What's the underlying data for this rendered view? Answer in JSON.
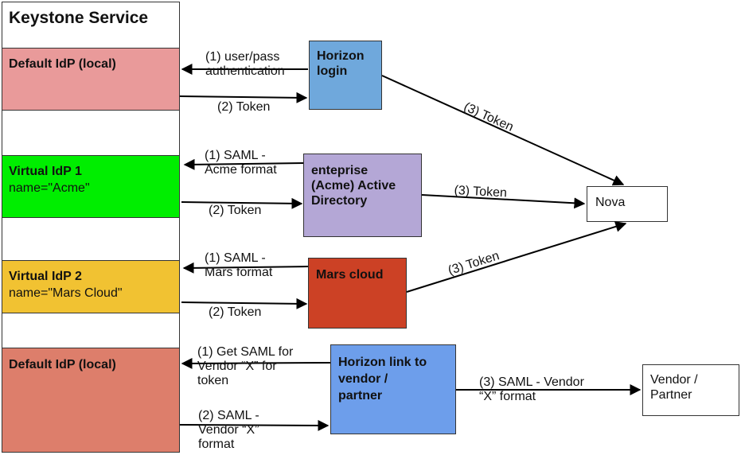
{
  "keystone": {
    "title": "Keystone Service",
    "idp_default_1": {
      "title": "Default IdP (local)"
    },
    "idp_virtual_1": {
      "title": "Virtual IdP 1",
      "name_line": "name=\"Acme\""
    },
    "idp_virtual_2": {
      "title": "Virtual IdP 2",
      "name_line": "name=\"Mars Cloud\""
    },
    "idp_default_2": {
      "title": "Default IdP  (local)"
    }
  },
  "nodes": {
    "horizon_login": "Horizon\nlogin",
    "enterprise_ad": "enteprise\n(Acme) Active\nDirectory",
    "mars_cloud": "Mars cloud",
    "horizon_link": "Horizon link to\nvendor /\npartner",
    "nova": "Nova",
    "vendor_partner": "Vendor /\nPartner"
  },
  "labels": {
    "login_auth": "(1) user/pass\nauthentication",
    "login_token": "(2) Token",
    "login_nova": "(3) Token",
    "acme_saml": "(1) SAML -\nAcme format",
    "acme_token": "(2) Token",
    "acme_nova": "(3) Token",
    "mars_saml": "(1) SAML -\nMars format",
    "mars_token": "(2) Token",
    "mars_nova": "(3) Token",
    "vendor_get_saml": "(1) Get SAML for\nVendor “X” for\ntoken",
    "vendor_saml_back": "(2) SAML -\nVendor “X”\nformat",
    "vendor_saml_out": "(3) SAML - Vendor\n“X” format"
  },
  "colors": {
    "default_idp_1": "#e99a9a",
    "virtual_idp_1": "#00ee00",
    "virtual_idp_2": "#f1c232",
    "default_idp_2": "#dd7e6b",
    "horizon_login": "#6fa8dc",
    "enterprise_ad": "#b4a7d6",
    "mars_cloud": "#cc4125",
    "horizon_link": "#6d9eeb"
  }
}
